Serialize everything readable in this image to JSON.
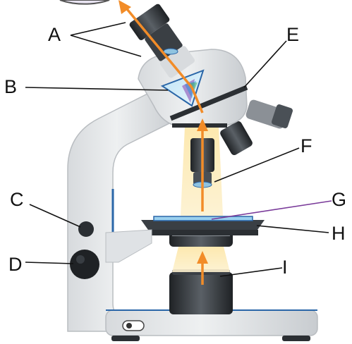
{
  "labels": {
    "A": "A",
    "B": "B",
    "C": "C",
    "D": "D",
    "E": "E",
    "F": "F",
    "G": "G",
    "H": "H",
    "I": "I"
  },
  "colors": {
    "body_light": "#e6e8ea",
    "body_shade": "#c9cdd1",
    "dark_metal": "#2b2f33",
    "light_beam": "#fde9b3",
    "arrow": "#f28c28",
    "slide_line": "#7a3b9a",
    "accent_blue": "#2a66a8",
    "leader": "#111111"
  }
}
